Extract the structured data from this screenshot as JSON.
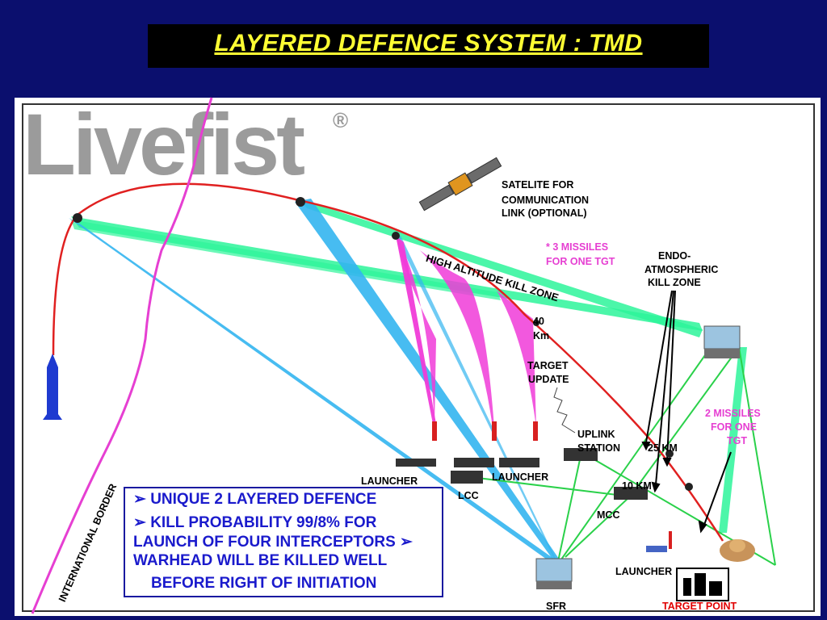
{
  "title": "LAYERED DEFENCE SYSTEM : TMD",
  "watermark": {
    "text": "Livefist",
    "mark": "®"
  },
  "labels": {
    "satellite": [
      "SATELITE FOR",
      "COMMUNICATION",
      "LINK (OPTIONAL)"
    ],
    "high_altitude_kill_zone": "HIGH ALTITUDE KILL ZONE",
    "three_missiles": [
      "*  3 MISSILES",
      "FOR  ONE TGT"
    ],
    "endo": [
      "ENDO-",
      "ATMOSPHERIC",
      "KILL ZONE"
    ],
    "km40": [
      "40",
      "Km"
    ],
    "target_update": [
      "TARGET",
      "UPDATE"
    ],
    "uplink": [
      "UPLINK",
      "STATION"
    ],
    "km25": "25 KM",
    "km10": "10  KM",
    "two_missiles": [
      "2 MISSILES",
      "FOR  ONE",
      "TGT"
    ],
    "launcher_left": "LAUNCHER",
    "launcher_mid": "LAUNCHER",
    "launcher_right": "LAUNCHER",
    "lcc": "LCC",
    "mcc": "MCC",
    "sfr": "SFR",
    "target_point": "TARGET POINT",
    "international_border": "INTERNATIONAL BORDER"
  },
  "info_box": {
    "line1": "➢ UNIQUE 2 LAYERED DEFENCE",
    "line2": "➢ KILL PROBABILITY 99/8% FOR",
    "line3": "LAUNCH OF FOUR INTERCEPTORS ➢",
    "line4": "WARHEAD WILL BE KILLED WELL",
    "line5": "BEFORE RIGHT OF INITIATION"
  },
  "colors": {
    "background": "#0b0f6e",
    "title_text": "#ffff33",
    "trajectory": "#e02020",
    "border_line": "#e63fd2",
    "green_beam": "#2df59a",
    "blue_beam": "#33b5f0",
    "magenta_cone": "#f03bd8",
    "info_text": "#1a1acc"
  }
}
